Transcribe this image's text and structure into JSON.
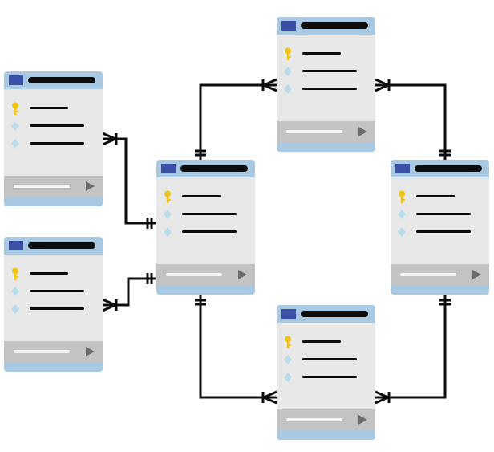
{
  "diagram": {
    "type": "entity-relationship",
    "colors": {
      "header": "#a9c9e2",
      "header_square": "#3d50a8",
      "body": "#e8e8e8",
      "footer": "#c3c3c3",
      "footer_arrow": "#6d6d6d",
      "key": "#f0c419",
      "diamond": "#b9dcea",
      "line": "#0d0d0d"
    },
    "rows": [
      {
        "icon": "key-icon",
        "line": "short"
      },
      {
        "icon": "diamond-icon",
        "line": "long"
      },
      {
        "icon": "diamond-icon",
        "line": "long"
      }
    ],
    "tables": [
      {
        "id": "left-top"
      },
      {
        "id": "left-bottom"
      },
      {
        "id": "center"
      },
      {
        "id": "top"
      },
      {
        "id": "right"
      },
      {
        "id": "bottom"
      }
    ],
    "relationships": [
      {
        "from": "left-top",
        "to": "center",
        "from_end": "one-or-many",
        "to_end": "exactly-one"
      },
      {
        "from": "left-bottom",
        "to": "center",
        "from_end": "one-or-many",
        "to_end": "exactly-one"
      },
      {
        "from": "center",
        "to": "top",
        "from_end": "exactly-one",
        "to_end": "one-or-many"
      },
      {
        "from": "center",
        "to": "bottom",
        "from_end": "exactly-one",
        "to_end": "one-or-many"
      },
      {
        "from": "right",
        "to": "top",
        "from_end": "exactly-one",
        "to_end": "one-or-many"
      },
      {
        "from": "right",
        "to": "bottom",
        "from_end": "exactly-one",
        "to_end": "one-or-many"
      }
    ]
  }
}
